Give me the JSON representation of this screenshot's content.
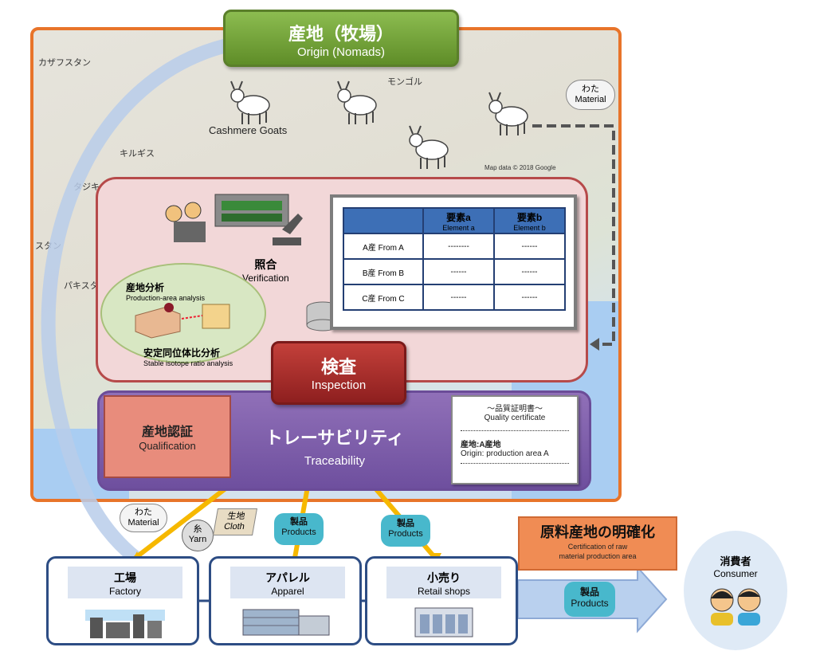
{
  "origin": {
    "jp": "産地（牧場）",
    "en": "Origin (Nomads)"
  },
  "map_labels": {
    "kazakhstan": "カザフスタン",
    "mongolia": "モンゴル",
    "kyrgyz": "キルギス",
    "tajik": "タジキ",
    "stan": "スタン",
    "pakistan": "パキスタン",
    "credit": "Map data © 2018 Google"
  },
  "goats_label": "Cashmere  Goats",
  "material_top": {
    "jp": "わた",
    "en": "Material"
  },
  "inspection": {
    "jp": "検査",
    "en": "Inspection"
  },
  "verification": {
    "jp": "照合",
    "en": "Verification"
  },
  "analysis": {
    "prod_jp": "産地分析",
    "prod_en": "Production-area analysis",
    "iso_jp": "安定同位体比分析",
    "iso_en": "Stable isotope ratio analysis"
  },
  "table": {
    "headers": [
      {
        "jp": "要素a",
        "en": "Element a"
      },
      {
        "jp": "要素b",
        "en": "Element b"
      }
    ],
    "rows": [
      {
        "label": "A産  From A",
        "a": "--------",
        "b": "------"
      },
      {
        "label": "B産  From B",
        "a": "------",
        "b": "------"
      },
      {
        "label": "C産  From C",
        "a": "------",
        "b": "------"
      }
    ]
  },
  "traceability": {
    "jp": "トレーサビリティ",
    "en": "Traceability"
  },
  "qualification": {
    "jp": "産地認証",
    "en": "Qualification"
  },
  "certificate": {
    "title_jp": "～品質証明書～",
    "title_en": "Quality certificate",
    "line_jp": "産地:A産地",
    "line_en": "Origin: production area A"
  },
  "bottom_labels": {
    "material": {
      "jp": "わた",
      "en": "Material"
    },
    "yarn": {
      "jp": "糸",
      "en": "Yarn"
    },
    "cloth": {
      "jp": "生地",
      "en": "Cloth"
    },
    "products1": {
      "jp": "製品",
      "en": "Products"
    },
    "products2": {
      "jp": "製品",
      "en": "Products"
    },
    "products3": {
      "jp": "製品",
      "en": "Products"
    }
  },
  "nodes": [
    {
      "jp": "工場",
      "en": "Factory"
    },
    {
      "jp": "アパレル",
      "en": "Apparel"
    },
    {
      "jp": "小売り",
      "en": "Retail shops"
    }
  ],
  "raw_cert": {
    "jp": "原料産地の明確化",
    "en1": "Certification of raw",
    "en2": "material production area"
  },
  "consumer": {
    "jp": "消費者",
    "en": "Consumer"
  }
}
